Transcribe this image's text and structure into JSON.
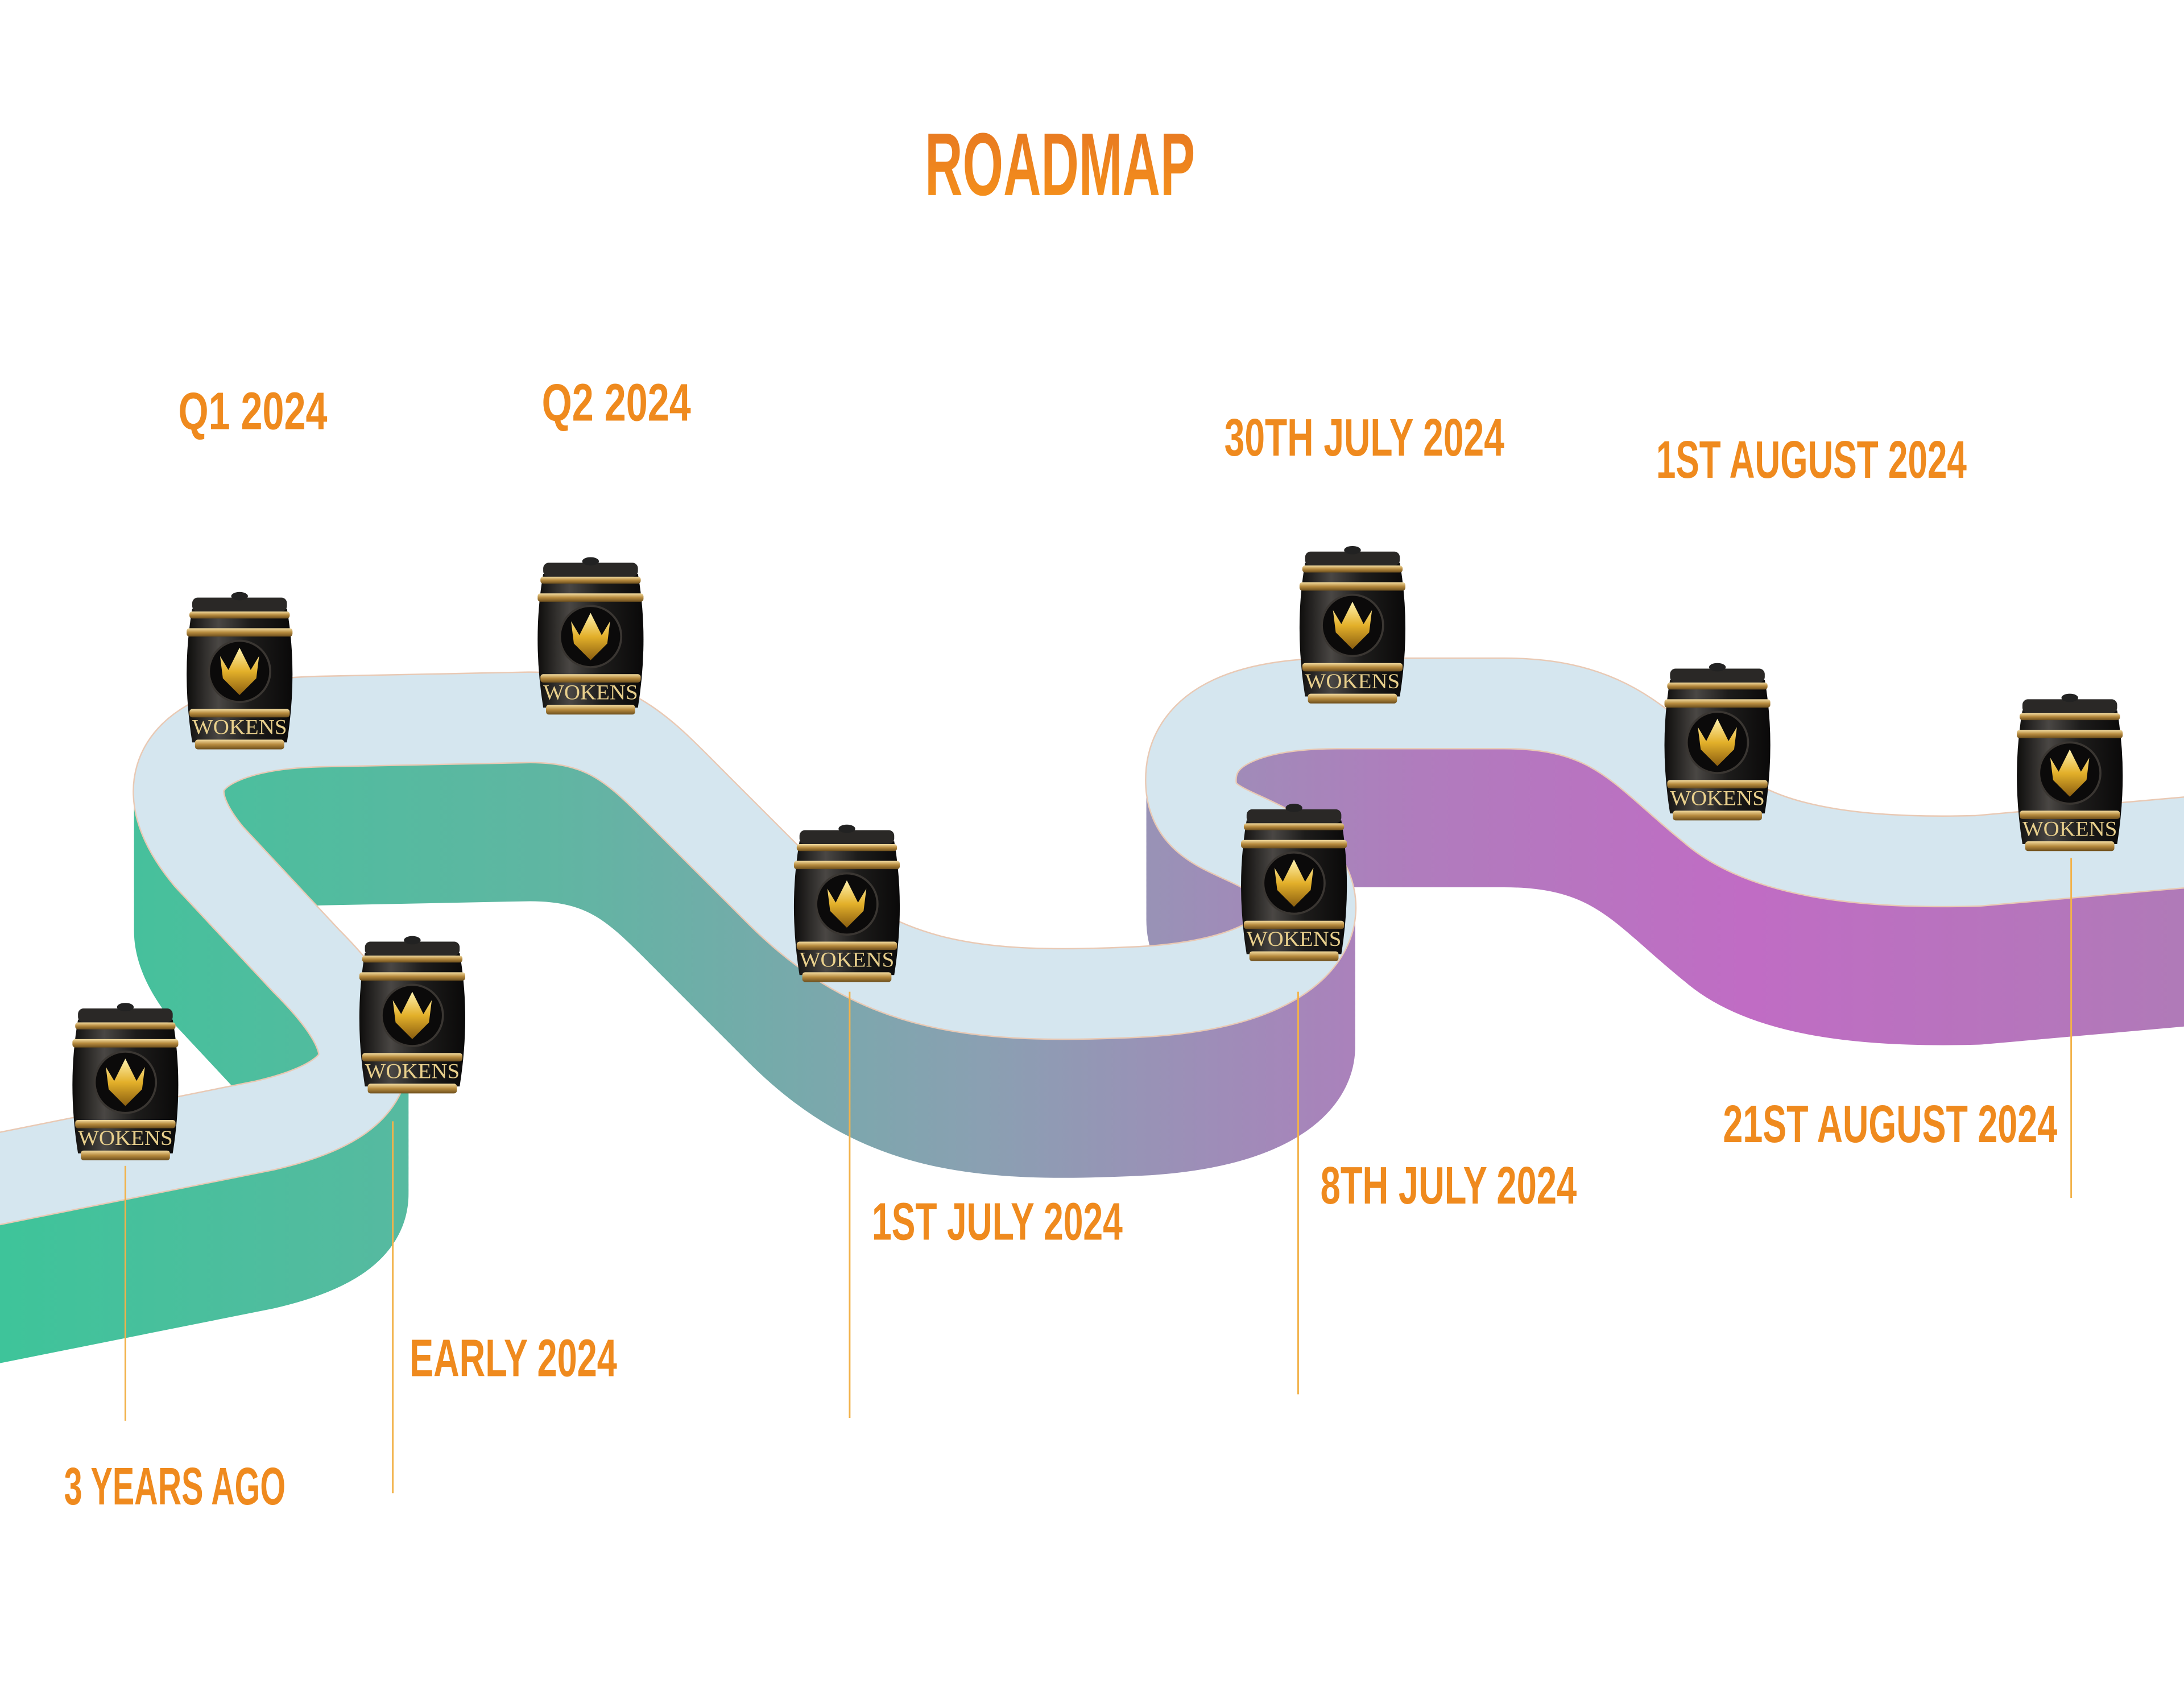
{
  "title": "ROADMAP",
  "barrel_label": "WOKENS",
  "colors": {
    "title": "#ec7f1f",
    "label": "#ef8a1e",
    "road_top": "#d5e6ef",
    "wall_start": "#3ec49a",
    "wall_mid": "#8aa0b2",
    "wall_end": "#bf6cc2",
    "leader_line": "#f2b24a",
    "barrel_body": "#1c1b1a",
    "barrel_gold": "#c9a45a"
  },
  "milestones": [
    {
      "label": "3 YEARS AGO",
      "position": "below"
    },
    {
      "label": "Q1 2024",
      "position": "above"
    },
    {
      "label": "EARLY 2024",
      "position": "below"
    },
    {
      "label": "Q2 2024",
      "position": "above"
    },
    {
      "label": "1ST JULY 2024",
      "position": "below"
    },
    {
      "label": "30TH JULY 2024",
      "position": "above"
    },
    {
      "label": "8TH JULY 2024",
      "position": "below"
    },
    {
      "label": "1ST AUGUST 2024",
      "position": "above"
    },
    {
      "label": "21ST AUGUST 2024",
      "position": "below"
    }
  ]
}
